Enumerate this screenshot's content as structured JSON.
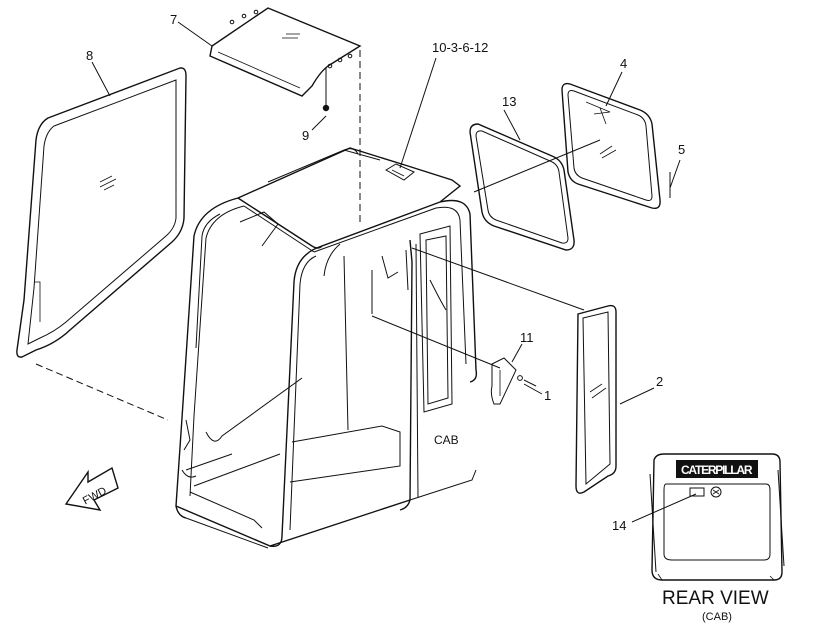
{
  "callouts": {
    "c1": "1",
    "c2": "2",
    "c4": "4",
    "c5": "5",
    "c7": "7",
    "c8": "8",
    "c9": "9",
    "c11": "11",
    "c13": "13",
    "c14": "14",
    "c_ref": "10-3-6-12"
  },
  "labels": {
    "cab": "CAB",
    "fwd": "FWD",
    "rear_view": "REAR VIEW",
    "rear_view_sub": "(CAB)",
    "brand": "CATERPILLAR"
  }
}
